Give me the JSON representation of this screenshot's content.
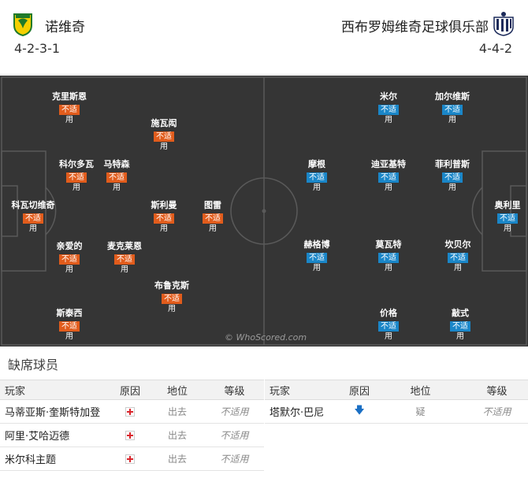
{
  "header": {
    "home_name": "诺维奇",
    "away_name": "西布罗姆维奇足球俱乐部",
    "home_formation": "4-2-3-1",
    "away_formation": "4-4-2",
    "home_crest_icon": "norwich-crest-icon",
    "away_crest_icon": "west-brom-crest-icon"
  },
  "colors": {
    "pitch": "#353535",
    "home_badge": "#e15c1c",
    "away_badge": "#1a86c8"
  },
  "pitch": {
    "watermark": "© WhoScored.com",
    "status_word": "不适",
    "status_word2": "用",
    "home_players": [
      {
        "name": "克里斯恩"
      },
      {
        "name": "施瓦闳"
      },
      {
        "name": "科尔多瓦"
      },
      {
        "name": "马特森"
      },
      {
        "name": "科瓦切维奇"
      },
      {
        "name": "斯利曼"
      },
      {
        "name": "图雷"
      },
      {
        "name": "亲爱的"
      },
      {
        "name": "麦克莱恩"
      },
      {
        "name": "布鲁克斯"
      },
      {
        "name": "斯泰西"
      }
    ],
    "away_players": [
      {
        "name": "米尔"
      },
      {
        "name": "加尔维斯"
      },
      {
        "name": "摩根"
      },
      {
        "name": "迪亚基特"
      },
      {
        "name": "菲利普斯"
      },
      {
        "name": "奥利里"
      },
      {
        "name": "赫格博"
      },
      {
        "name": "莫瓦特"
      },
      {
        "name": "坎贝尔"
      },
      {
        "name": "价格"
      },
      {
        "name": "敲式"
      }
    ]
  },
  "missing": {
    "title": "缺席球员",
    "columns": [
      "玩家",
      "原因",
      "地位",
      "等级"
    ],
    "left_rows": [
      {
        "player": "马蒂亚斯·奎斯特加登",
        "reason_icon": "injury-icon",
        "status": "出去",
        "level": "不适用"
      },
      {
        "player": "阿里·艾哈迈德",
        "reason_icon": "injury-icon",
        "status": "出去",
        "level": "不适用"
      },
      {
        "player": "米尔科主题",
        "reason_icon": "injury-icon",
        "status": "出去",
        "level": "不适用"
      }
    ],
    "right_rows": [
      {
        "player": "塔默尔·巴尼",
        "reason_icon": "arrow-down-icon",
        "status": "疑",
        "level": "不适用"
      }
    ]
  }
}
